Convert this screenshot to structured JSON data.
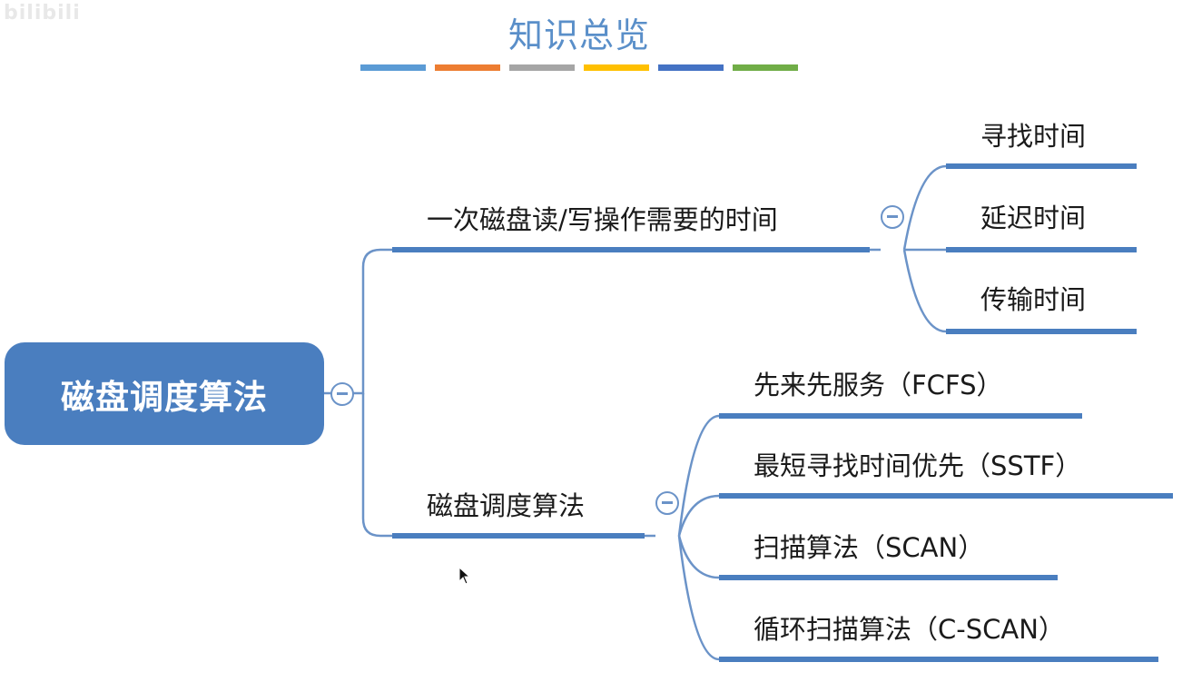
{
  "watermark": "bilibili",
  "title": "知识总览",
  "title_bar_colors": [
    "#5b9bd5",
    "#ed7d31",
    "#a5a5a5",
    "#ffc000",
    "#4472c4",
    "#70ad47"
  ],
  "root": {
    "label": "磁盘调度算法"
  },
  "branches": [
    {
      "label": "一次磁盘读/写操作需要的时间",
      "children": [
        "寻找时间",
        "延迟时间",
        "传输时间"
      ]
    },
    {
      "label": "磁盘调度算法",
      "children": [
        "先来先服务（FCFS）",
        "最短寻找时间优先（SSTF）",
        "扫描算法（SCAN）",
        "循环扫描算法（C-SCAN）"
      ]
    }
  ],
  "colors": {
    "node": "#4a7ebf",
    "title": "#5a8fc9",
    "connector": "#6b93c8"
  }
}
